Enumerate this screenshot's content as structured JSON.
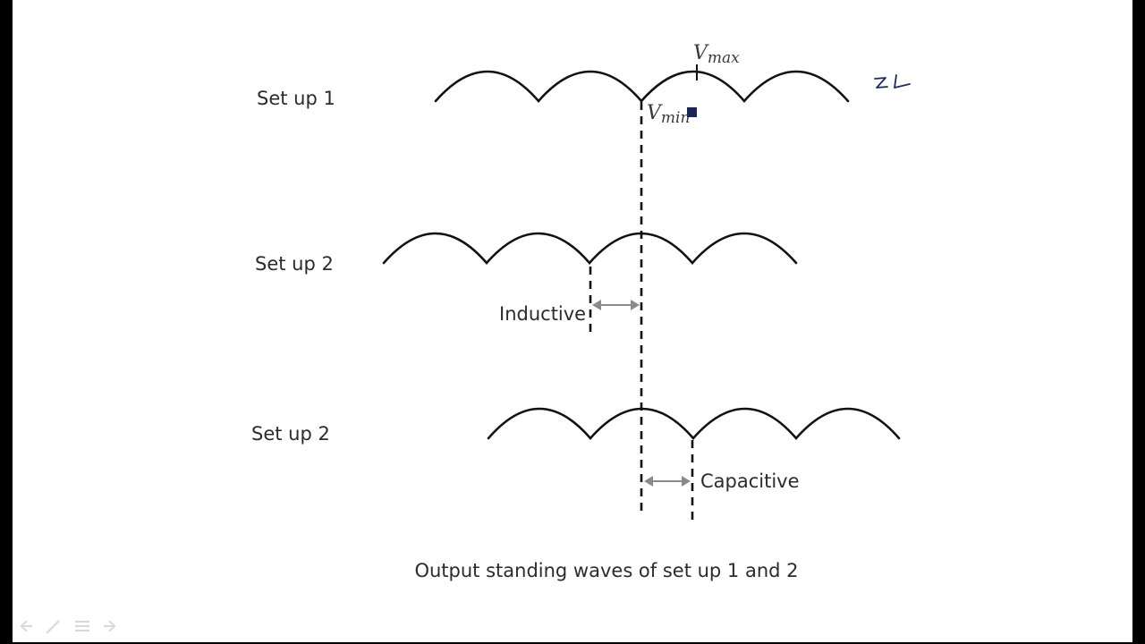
{
  "diagram": {
    "setups": [
      {
        "label": "Set up 1"
      },
      {
        "label": "Set up 2"
      },
      {
        "label": "Set up 2"
      }
    ],
    "annotations": {
      "vmax": {
        "v": "V",
        "sub": "max"
      },
      "vmin": {
        "v": "V",
        "sub": "min"
      },
      "zl": "ZL",
      "inductive": "Inductive",
      "capacitive": "Capacitive"
    },
    "caption": "Output standing waves of set up 1 and 2"
  },
  "colors": {
    "background": "#ffffff",
    "frame": "#000000",
    "wave": "#111111",
    "arrow": "#8a8a8a",
    "pen_ink": "#1f2a5c"
  },
  "controls": {
    "icons": [
      "arrow-left-icon",
      "pen-icon",
      "menu-icon",
      "arrow-right-icon"
    ]
  }
}
